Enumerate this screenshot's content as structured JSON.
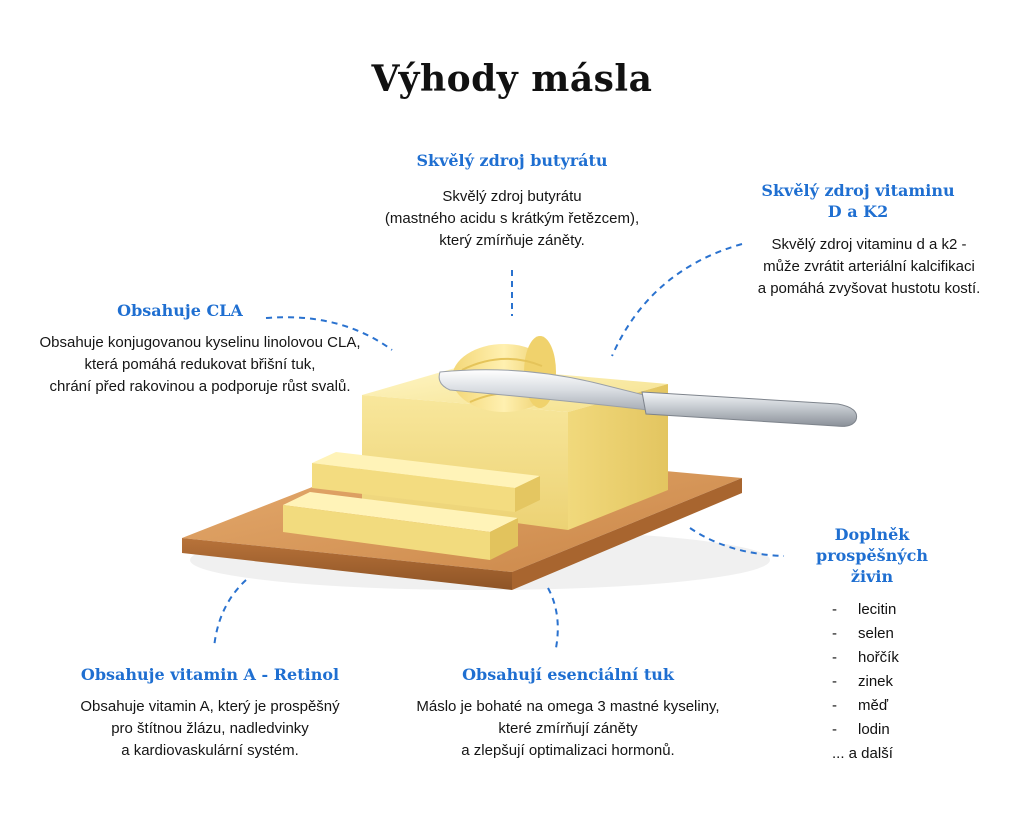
{
  "title": "Výhody másla",
  "sections": {
    "butyrate": {
      "heading": "Skvělý zdroj butyrátu",
      "lines": [
        "Skvělý zdroj butyrátu",
        "(mastného acidu s krátkým řetězcem),",
        "který zmírňuje záněty."
      ]
    },
    "vitamin_d_k2": {
      "heading_lines": [
        "Skvělý zdroj vitaminu",
        "D a K2"
      ],
      "lines": [
        "Skvělý zdroj vitaminu d a k2 -",
        "může zvrátit arteriální kalcifikaci",
        "a pomáhá zvyšovat hustotu kostí."
      ]
    },
    "cla": {
      "heading": "Obsahuje CLA",
      "lines": [
        "Obsahuje konjugovanou kyselinu linolovou CLA,",
        "která pomáhá redukovat břišní tuk,",
        "chrání před rakovinou a podporuje růst svalů."
      ]
    },
    "nutrients": {
      "heading_lines": [
        "Doplněk",
        "prospěšných",
        "živin"
      ],
      "items": [
        "lecitin",
        "selen",
        "hořčík",
        "zinek",
        "měď",
        "lodin"
      ],
      "more": "... a další",
      "bullet": "-"
    },
    "vitamin_a": {
      "heading": "Obsahuje vitamin A - Retinol",
      "lines": [
        "Obsahuje vitamin A, který je prospěšný",
        "pro štítnou žlázu, nadledvinky",
        "a kardiovaskulární systém."
      ]
    },
    "fats": {
      "heading": "Obsahují esenciální tuk",
      "lines": [
        "Máslo je bohaté na omega 3 mastné kyseliny,",
        "které zmírňují záněty",
        "a zlepšují optimalizaci hormonů."
      ]
    }
  },
  "colors": {
    "heading": "#1f6fd1",
    "connector": "#2a72cf",
    "butter": "#f6e391",
    "board": "#d89a5c"
  },
  "illustration": {
    "icon": "butter-on-board-with-knife-icon"
  }
}
